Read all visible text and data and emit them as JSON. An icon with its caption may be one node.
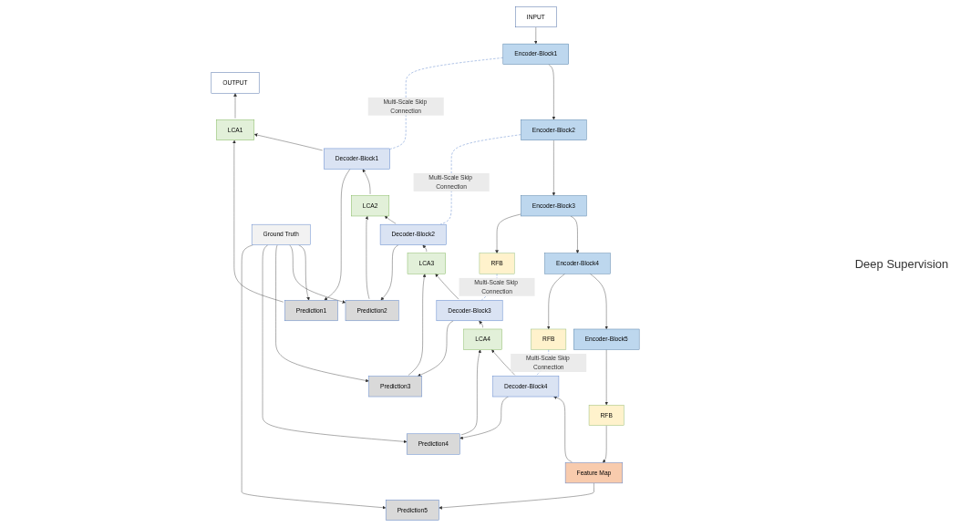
{
  "diagram": {
    "nodes": [
      {
        "text": [
          "INPUT"
        ]
      },
      {
        "text": [
          "Encoder-Block1"
        ]
      },
      {
        "text": [
          "Encoder-Block2"
        ]
      },
      {
        "text": [
          "Encoder-Block3"
        ]
      },
      {
        "text": [
          "RFB"
        ]
      },
      {
        "text": [
          "Encoder-Block4"
        ]
      },
      {
        "text": [
          "RFB"
        ]
      },
      {
        "text": [
          "Encoder-Block5"
        ]
      },
      {
        "text": [
          "RFB"
        ]
      },
      {
        "text": [
          "OUTPUT"
        ]
      },
      {
        "text": [
          "LCA1"
        ]
      },
      {
        "text": [
          "Decoder-Block1"
        ]
      },
      {
        "text": [
          "LCA2"
        ]
      },
      {
        "text": [
          "Decoder-Block2"
        ]
      },
      {
        "text": [
          "LCA3"
        ]
      },
      {
        "text": [
          "Decoder-Block3"
        ]
      },
      {
        "text": [
          "LCA4"
        ]
      },
      {
        "text": [
          "Decoder-Block4"
        ]
      },
      {
        "text": [
          "Feature Map"
        ]
      },
      {
        "text": [
          "Ground Truth"
        ]
      },
      {
        "text": [
          "Prediction1"
        ]
      },
      {
        "text": [
          "Prediction2"
        ]
      },
      {
        "text": [
          "Prediction3"
        ]
      },
      {
        "text": [
          "Prediction4"
        ]
      },
      {
        "text": [
          "Prediction5"
        ]
      }
    ],
    "edges": [
      {
        "from": 0,
        "to": 1,
        "arrow": "to"
      },
      {
        "from": 1,
        "to": 2,
        "arrow": "to"
      },
      {
        "from": 2,
        "to": 3,
        "arrow": "to"
      },
      {
        "from": 3,
        "to": 5,
        "arrow": "to"
      },
      {
        "from": 5,
        "to": 7,
        "arrow": "to"
      },
      {
        "from": 3,
        "to": 4,
        "arrow": "to"
      },
      {
        "from": 5,
        "to": 6,
        "arrow": "to"
      },
      {
        "from": 7,
        "to": 8,
        "arrow": "to"
      },
      {
        "from": 1,
        "to": 11,
        "arrow": "none",
        "label": "Multi-Scale Skip Connection",
        "style": "dashed",
        "color": "#4472c4"
      },
      {
        "from": 2,
        "to": 13,
        "arrow": "none",
        "label": "Multi-Scale Skip Connection",
        "style": "dashed",
        "color": "#4472c4"
      },
      {
        "from": 4,
        "to": 15,
        "arrow": "none",
        "label": "Multi-Scale Skip Connection",
        "style": "dashed",
        "color": "#4472c4"
      },
      {
        "from": 6,
        "to": 17,
        "arrow": "none",
        "label": "Multi-Scale Skip Connection",
        "style": "dashed",
        "color": "#4472c4"
      },
      {
        "from": 8,
        "to": 18,
        "arrow": "to"
      },
      {
        "from": 18,
        "to": 17,
        "arrow": "to"
      },
      {
        "from": 17,
        "to": 16,
        "arrow": "to"
      },
      {
        "from": 16,
        "to": 15,
        "arrow": "to"
      },
      {
        "from": 15,
        "to": 14,
        "arrow": "to"
      },
      {
        "from": 14,
        "to": 13,
        "arrow": "to"
      },
      {
        "from": 13,
        "to": 12,
        "arrow": "to"
      },
      {
        "from": 12,
        "to": 11,
        "arrow": "to"
      },
      {
        "from": 11,
        "to": 10,
        "arrow": "to"
      },
      {
        "from": 10,
        "to": 9,
        "arrow": "to"
      },
      {
        "from": 11,
        "to": 20,
        "arrow": "to"
      },
      {
        "from": 13,
        "to": 21,
        "arrow": "to"
      },
      {
        "from": 15,
        "to": 22,
        "arrow": "to"
      },
      {
        "from": 17,
        "to": 23,
        "arrow": "to"
      },
      {
        "from": 18,
        "to": 24,
        "arrow": "to"
      },
      {
        "from": 20,
        "to": 10,
        "arrow": "to"
      },
      {
        "from": 21,
        "to": 12,
        "arrow": "to"
      },
      {
        "from": 22,
        "to": 14,
        "arrow": "to"
      },
      {
        "from": 23,
        "to": 16,
        "arrow": "to"
      },
      {
        "from": 19,
        "to": 20,
        "arrow": "to"
      },
      {
        "from": 19,
        "to": 21,
        "arrow": "to"
      },
      {
        "from": 19,
        "to": 22,
        "arrow": "to"
      },
      {
        "from": 19,
        "to": 23,
        "arrow": "to"
      },
      {
        "from": 19,
        "to": 24,
        "arrow": "to"
      }
    ],
    "labels": [
      "Deep Supervision"
    ]
  }
}
